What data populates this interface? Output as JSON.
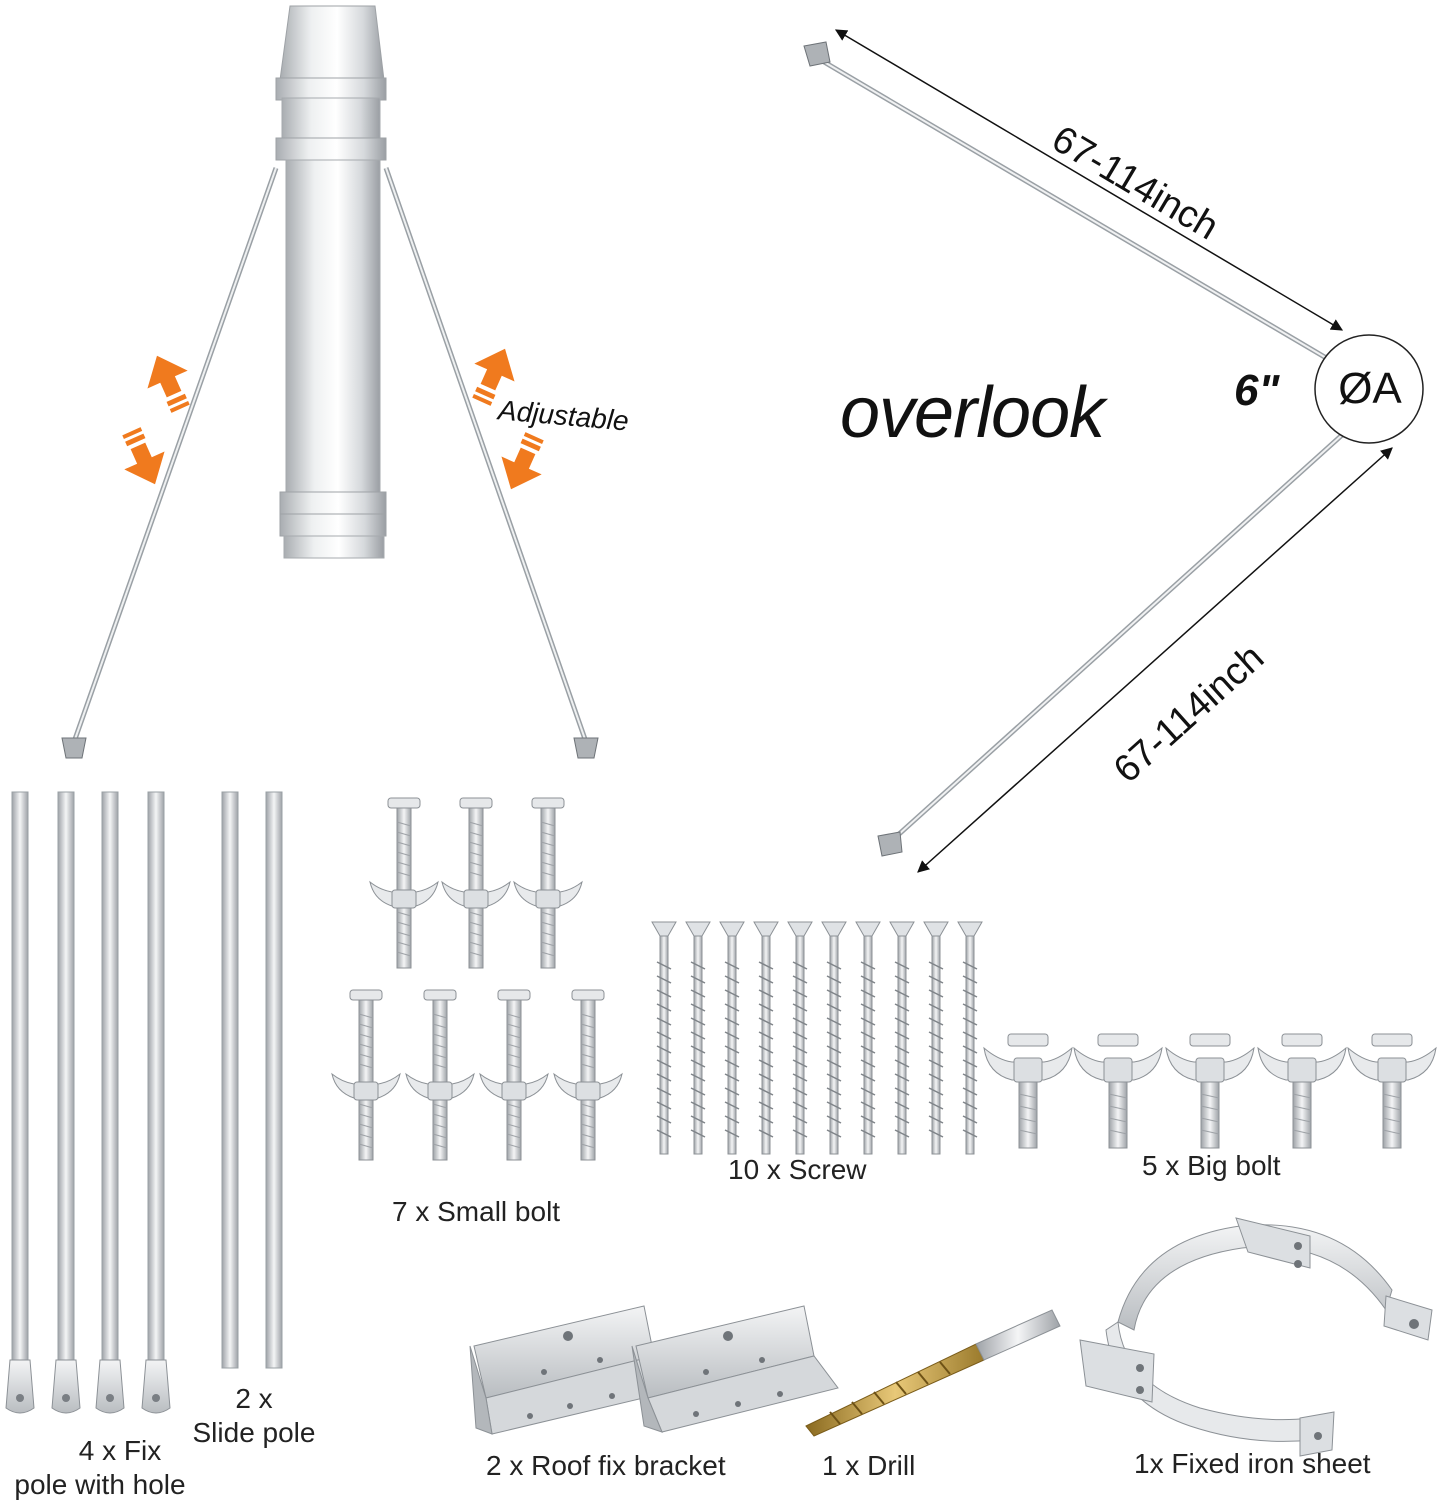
{
  "labels": {
    "adjustable": "Adjustable",
    "overlook": "overlook",
    "pipe_size": "6\"",
    "diameter_symbol": "ØA",
    "length_top": "67-114inch",
    "length_bottom": "67-114inch"
  },
  "parts": {
    "fix_pole": {
      "line1": "4 x Fix",
      "line2": "pole with hole"
    },
    "slide_pole": {
      "line1": "2 x",
      "line2": "Slide pole"
    },
    "small_bolt": "7 x Small bolt",
    "screw": "10 x Screw",
    "big_bolt": "5 x Big bolt",
    "roof_bracket": "2 x Roof fix bracket",
    "drill": "1 x Drill",
    "iron_sheet": "1x Fixed iron sheet"
  },
  "colors": {
    "arrow_orange": "#f07a1e",
    "metal_light": "#eceef0",
    "metal_mid": "#c5c9cd",
    "metal_dark": "#8c9196",
    "drill_gold": "#c9a24a"
  }
}
